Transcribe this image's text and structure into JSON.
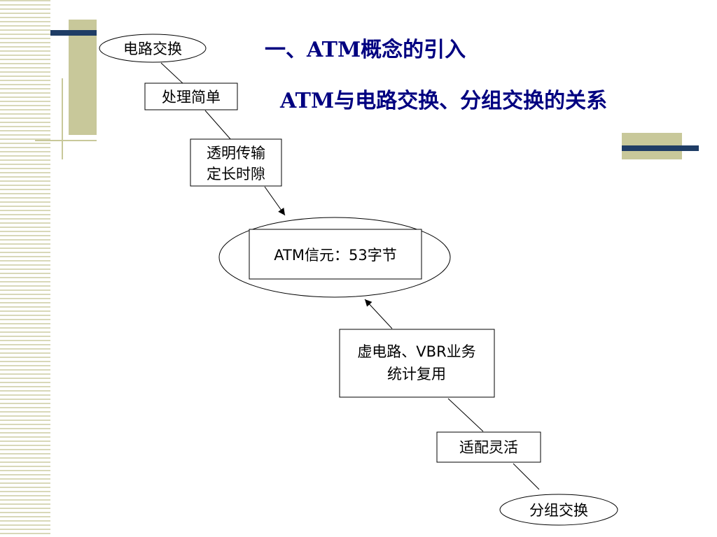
{
  "title": "一、ATM概念的引入",
  "subtitle": "ATM与电路交换、分组交换的关系",
  "diagram": {
    "circuit_switching": "电路交换",
    "simple_processing": "处理简单",
    "transparent_line1": "透明传输",
    "transparent_line2": "定长时隙",
    "atm_cell": "ATM信元：53字节",
    "virtual_line1": "虚电路、VBR业务",
    "virtual_line2": "统计复用",
    "flexible_adaptation": "适配灵活",
    "packet_switching": "分组交换"
  },
  "colors": {
    "title": "#000080",
    "accent_olive": "#c8c89a",
    "accent_navy": "#1f3d66"
  }
}
